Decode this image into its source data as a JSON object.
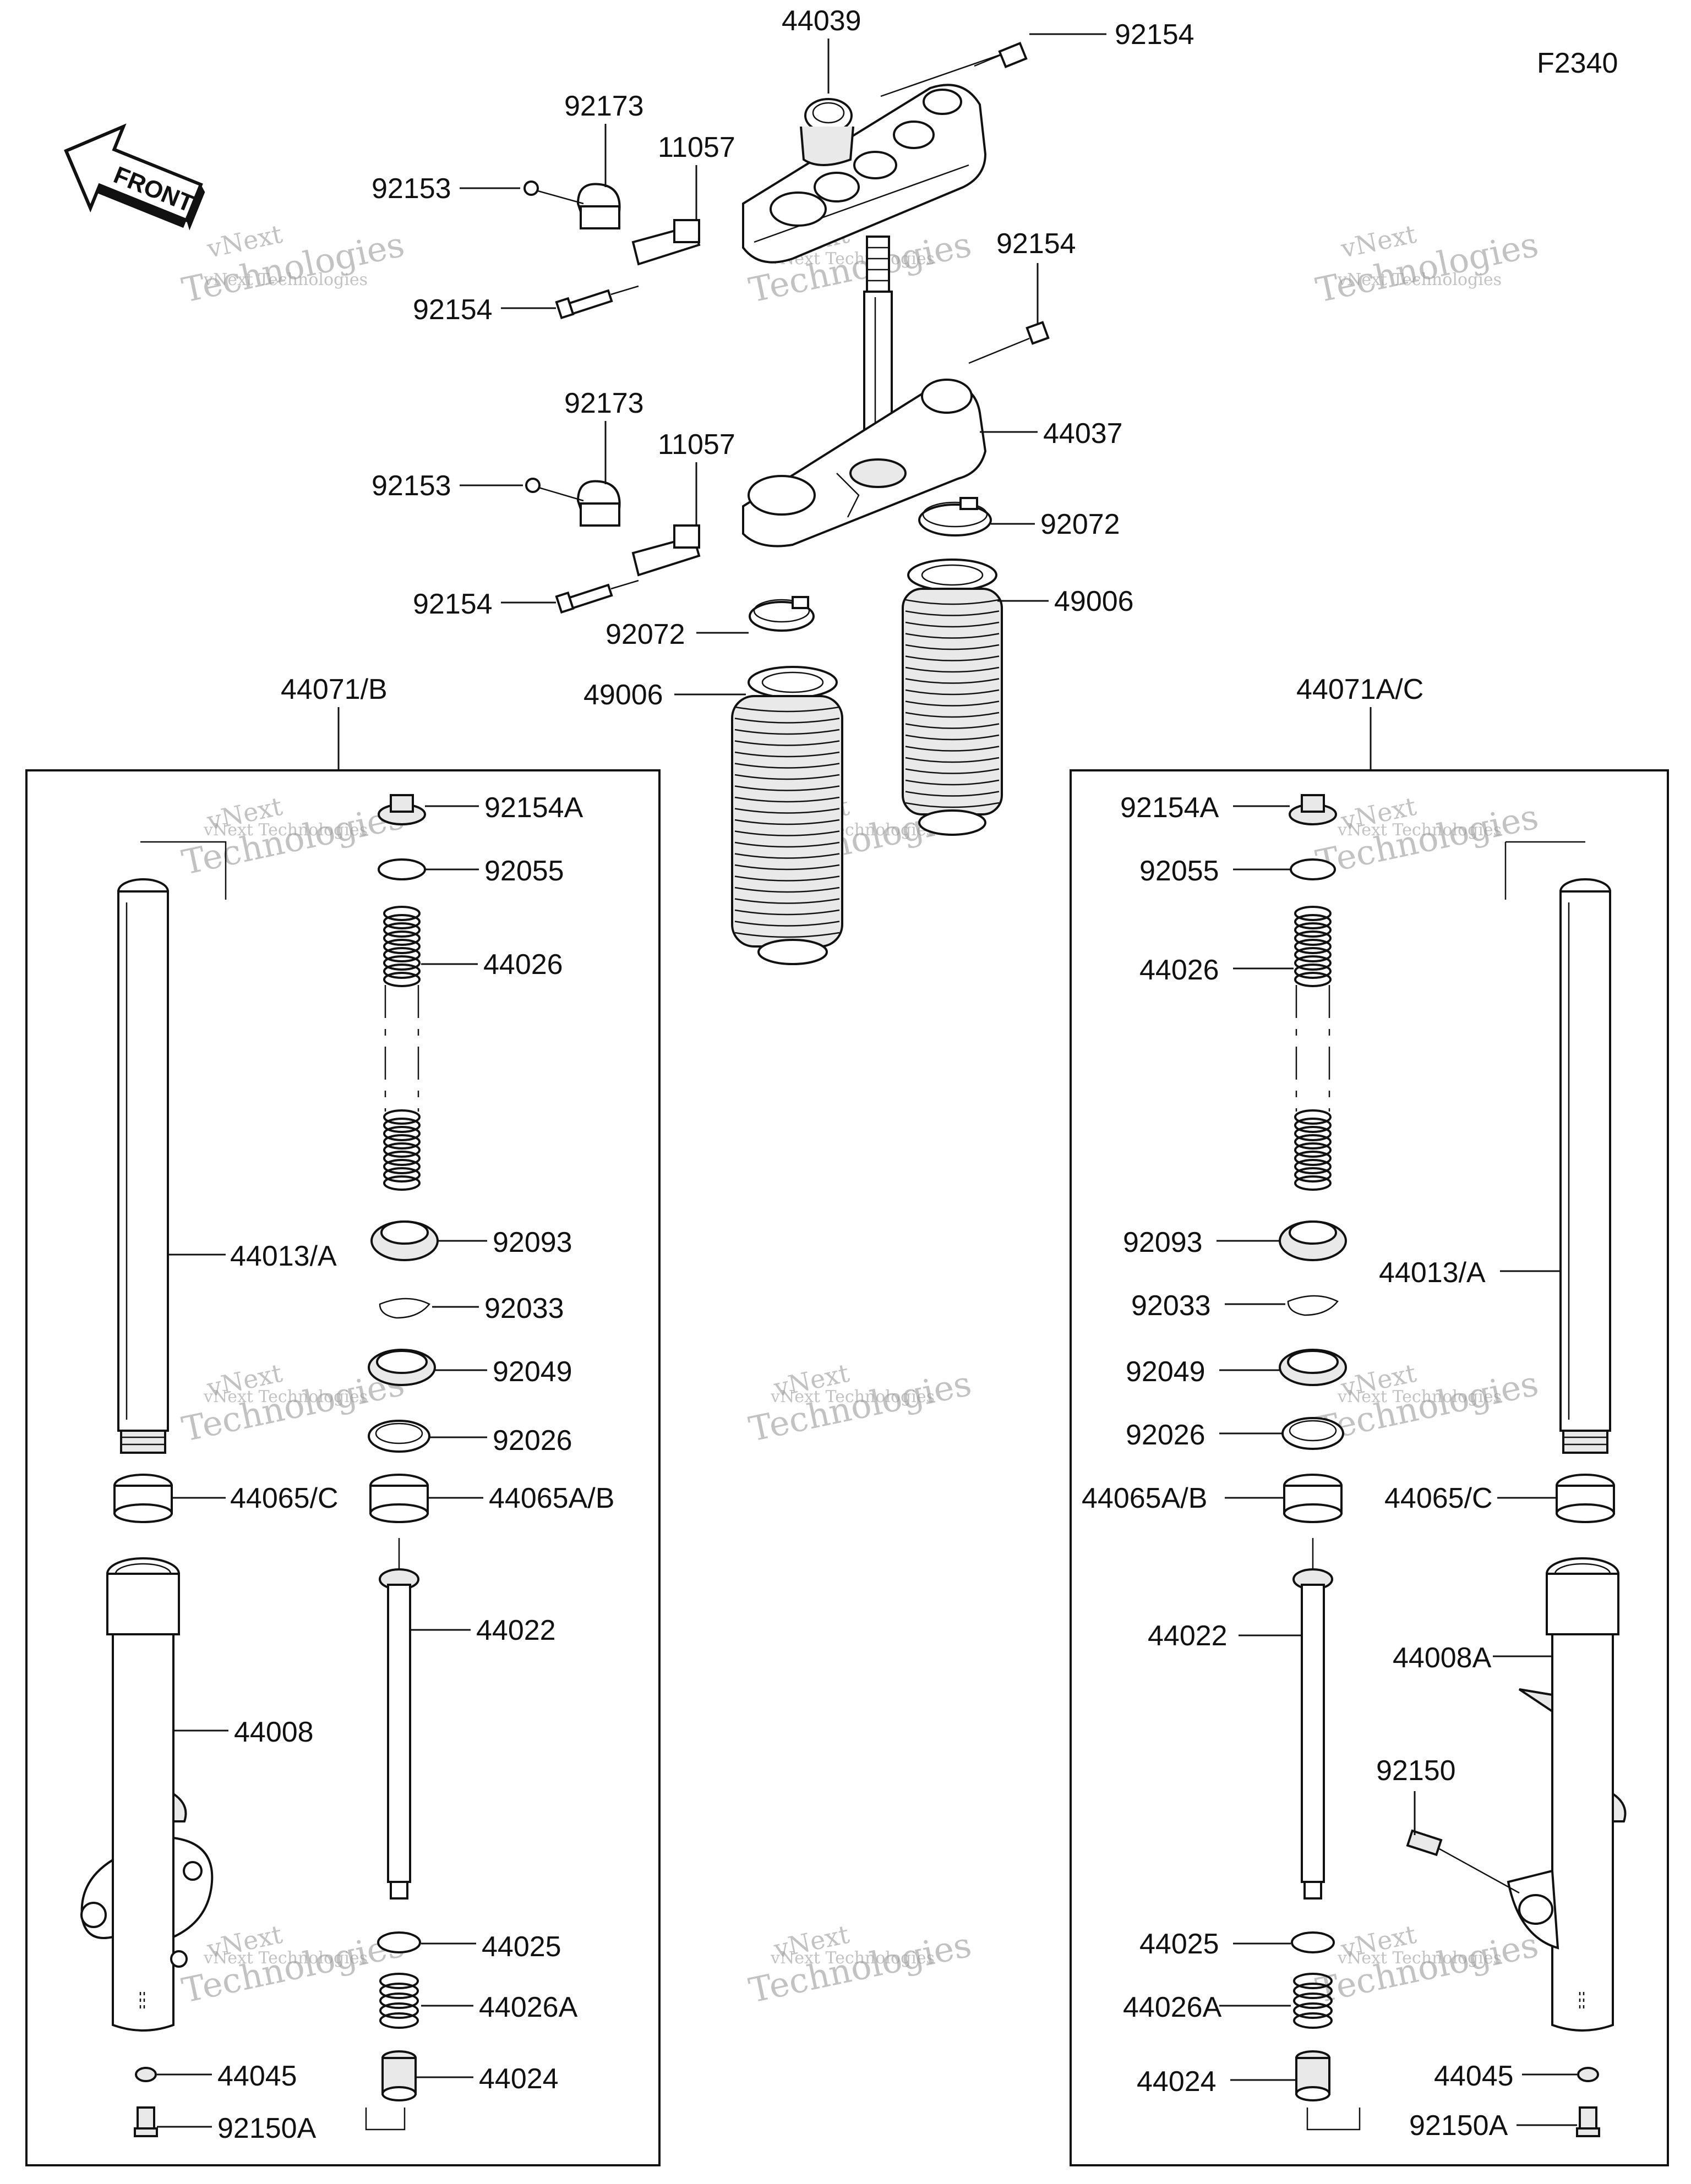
{
  "figure_code": "F2340",
  "front_arrow": {
    "label": "FRONT"
  },
  "watermark": {
    "line1": "vNext",
    "line2": "Technologies",
    "caption": "vNext Technologies"
  },
  "left_group": {
    "title": "44071/B"
  },
  "right_group": {
    "title": "44071A/C"
  },
  "top_labels": {
    "upper_bracket": "44039",
    "upper_bolt_right": "92154",
    "upper_clamp": "92173",
    "upper_plate": "11057",
    "upper_screw": "92153",
    "upper_bolt_left": "92154",
    "stem_bolt_right": "92154",
    "lower_clamp": "92173",
    "lower_plate": "11057",
    "lower_screw": "92153",
    "lower_bracket": "44037",
    "band_right": "92072",
    "lower_bolt_left": "92154",
    "band_left": "92072",
    "boot_right": "49006",
    "boot_left": "49006"
  },
  "left_labels": {
    "cap_bolt": "92154A",
    "oring": "92055",
    "spring": "44026",
    "tube": "44013/A",
    "dust_seal": "92093",
    "stopper_ring": "92033",
    "oil_seal": "92049",
    "washer": "92026",
    "bush_tube": "44065/C",
    "bush_slider": "44065A/B",
    "cylinder": "44022",
    "outer_tube": "44008",
    "piston_ring": "44025",
    "rebound_spring": "44026A",
    "oil_lock": "44024",
    "gasket": "44045",
    "bottom_bolt": "92150A"
  },
  "right_labels": {
    "cap_bolt": "92154A",
    "oring": "92055",
    "spring": "44026",
    "dust_seal": "92093",
    "tube": "44013/A",
    "stopper_ring": "92033",
    "oil_seal": "92049",
    "washer": "92026",
    "bush_slider": "44065A/B",
    "bush_tube": "44065/C",
    "cylinder": "44022",
    "outer_tube": "44008A",
    "caliper_bolt": "92150",
    "piston_ring": "44025",
    "rebound_spring": "44026A",
    "oil_lock": "44024",
    "gasket": "44045",
    "bottom_bolt": "92150A"
  }
}
